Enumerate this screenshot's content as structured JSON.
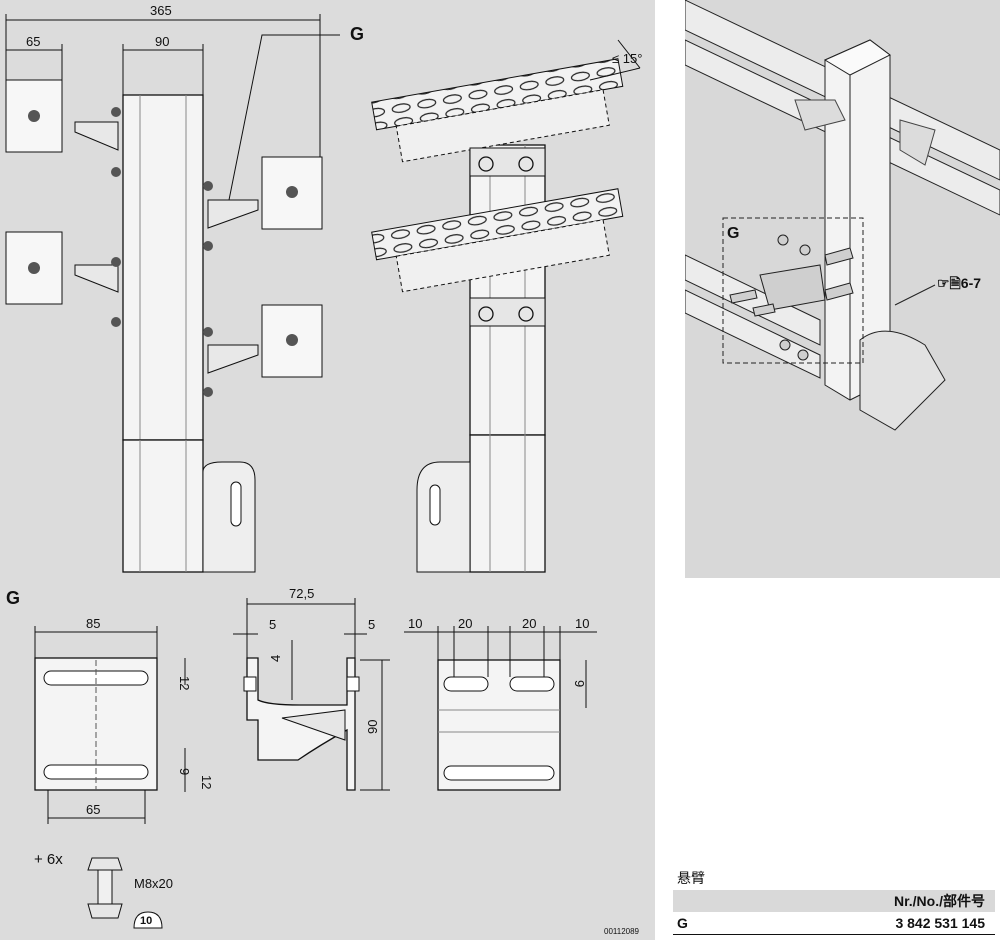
{
  "dimensions_top": {
    "width_total": "365",
    "bracket_offset": "65",
    "post_width": "90",
    "angle": "≤ 15°"
  },
  "detail_label": "G",
  "detail_views": {
    "front_width": "85",
    "front_bottom_width": "65",
    "front_slot_top": "12",
    "front_slot_gap": "9",
    "front_slot_bottom": "12",
    "side_length": "72,5",
    "side_left_offset": "5",
    "side_right_offset": "5",
    "side_slot_height": "4",
    "side_height": "90",
    "rear_left_margin": "10",
    "rear_left_slot": "20",
    "rear_right_slot": "20",
    "rear_right_margin": "10",
    "rear_slot_height": "9"
  },
  "hardware": {
    "quantity": "+ 6x",
    "bolt": "M8x20",
    "socket": "10"
  },
  "drawing_number": "00112089",
  "iso_view": {
    "detail_label": "G",
    "reference": "☞🗎6-7"
  },
  "parts_table": {
    "title": "悬臂",
    "header": "Nr./No./部件号",
    "rows": [
      {
        "id": "G",
        "part_number": "3 842 531 145"
      }
    ]
  }
}
